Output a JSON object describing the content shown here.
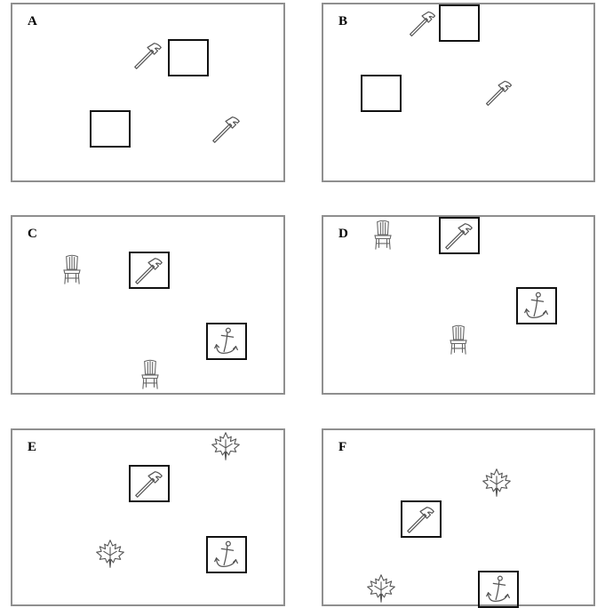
{
  "panels": [
    {
      "label": "A"
    },
    {
      "label": "B"
    },
    {
      "label": "C"
    },
    {
      "label": "D"
    },
    {
      "label": "E"
    },
    {
      "label": "F"
    }
  ],
  "icons": {
    "hammer": "hammer-icon",
    "chair": "chair-icon",
    "anchor": "anchor-icon",
    "leaf": "maple-leaf-icon"
  },
  "colors": {
    "panel_border": "#8f8f8f",
    "box_border": "#111111",
    "icon_stroke": "#555555"
  }
}
